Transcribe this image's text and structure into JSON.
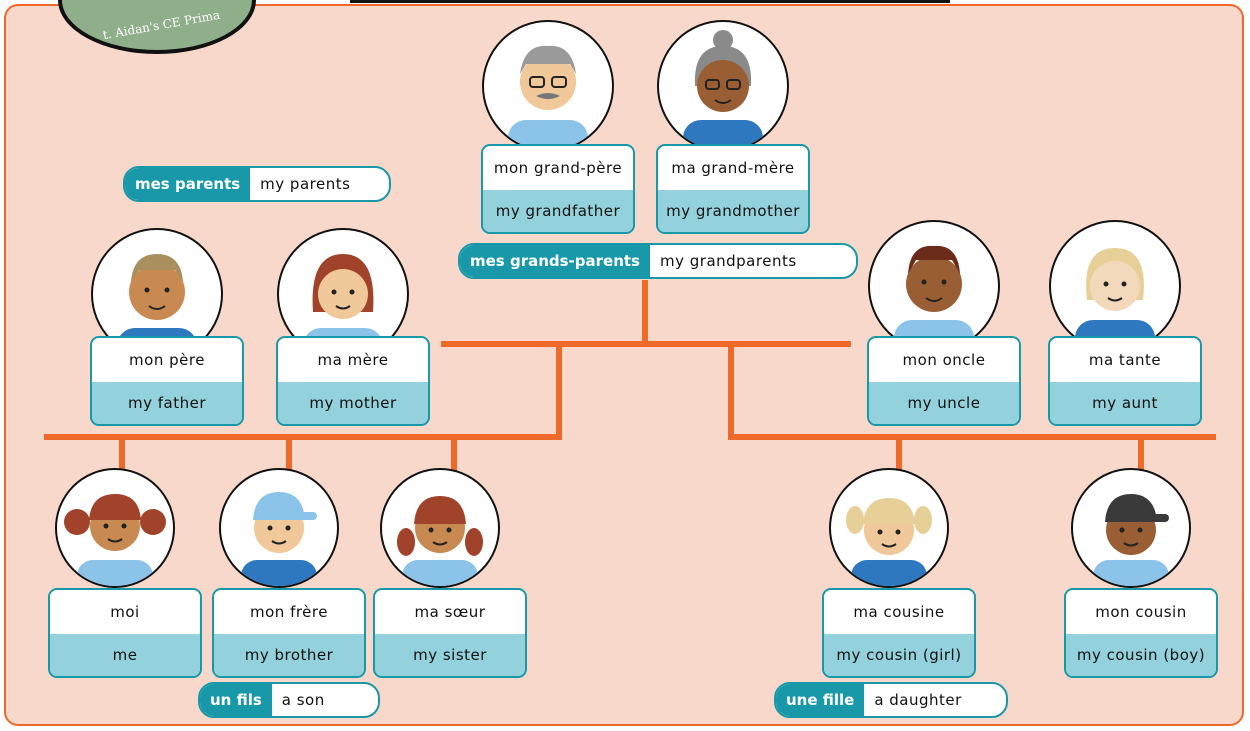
{
  "logo": {
    "text": "t. Aidan's CE Prima"
  },
  "people": {
    "grandfather": {
      "fr": "mon grand-père",
      "en": "my grandfather"
    },
    "grandmother": {
      "fr": "ma grand-mère",
      "en": "my grandmother"
    },
    "father": {
      "fr": "mon père",
      "en": "my father"
    },
    "mother": {
      "fr": "ma mère",
      "en": "my mother"
    },
    "uncle": {
      "fr": "mon oncle",
      "en": "my uncle"
    },
    "aunt": {
      "fr": "ma tante",
      "en": "my aunt"
    },
    "me": {
      "fr": "moi",
      "en": "me"
    },
    "brother": {
      "fr": "mon frère",
      "en": "my brother"
    },
    "sister": {
      "fr": "ma sœur",
      "en": "my sister"
    },
    "cousin_girl": {
      "fr": "ma cousine",
      "en": "my cousin (girl)"
    },
    "cousin_boy": {
      "fr": "mon cousin",
      "en": "my cousin (boy)"
    }
  },
  "labels": {
    "parents": {
      "fr": "mes parents",
      "en": "my parents"
    },
    "grandparents": {
      "fr": "mes grands-parents",
      "en": "my grandparents"
    },
    "son": {
      "fr": "un fils",
      "en": "a son"
    },
    "daughter": {
      "fr": "une fille",
      "en": "a daughter"
    }
  },
  "colors": {
    "line": "#ee6a2a",
    "teal": "#1898a8",
    "light_teal": "#93d1dc",
    "background": "#f9d8cc"
  }
}
